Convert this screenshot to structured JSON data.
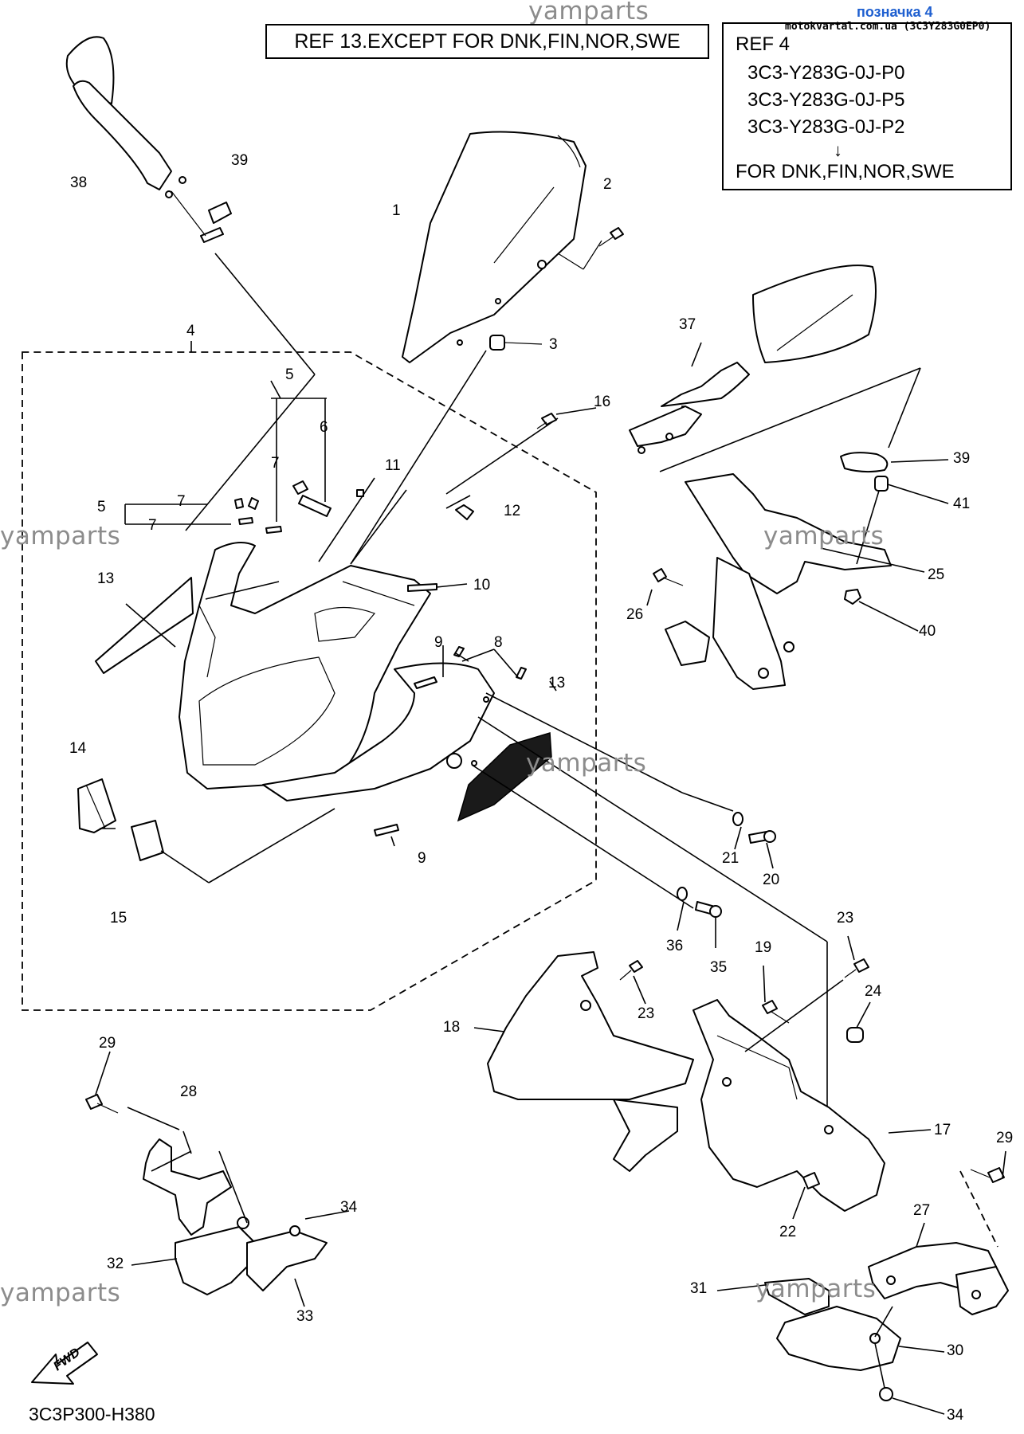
{
  "header": {
    "watermark_top": "yamparts",
    "ref13_note": "REF 13.EXCEPT FOR DNK,FIN,NOR,SWE",
    "ref4": {
      "title": "REF 4",
      "codes": [
        "3C3-Y283G-0J-P0",
        "3C3-Y283G-0J-P5",
        "3C3-Y283G-0J-P2"
      ],
      "arrow": "↓",
      "for_note": "FOR DNK,FIN,NOR,SWE"
    },
    "tag_label": "позначка 4",
    "site_label": "motokvartal.com.ua (3C3Y283G0EP0)"
  },
  "watermarks": [
    "yamparts",
    "yamparts",
    "yamparts",
    "yamparts",
    "yamparts"
  ],
  "callouts": [
    "1",
    "2",
    "3",
    "4",
    "5",
    "5",
    "6",
    "7",
    "7",
    "7",
    "8",
    "9",
    "9",
    "10",
    "11",
    "12",
    "13",
    "13",
    "14",
    "15",
    "16",
    "17",
    "18",
    "19",
    "20",
    "21",
    "22",
    "23",
    "23",
    "24",
    "25",
    "26",
    "27",
    "28",
    "29",
    "29",
    "30",
    "31",
    "32",
    "33",
    "34",
    "34",
    "35",
    "36",
    "37",
    "38",
    "39",
    "39",
    "40",
    "41"
  ],
  "fwd_label": "FWD",
  "diagram_code": "3C3P300-H380"
}
